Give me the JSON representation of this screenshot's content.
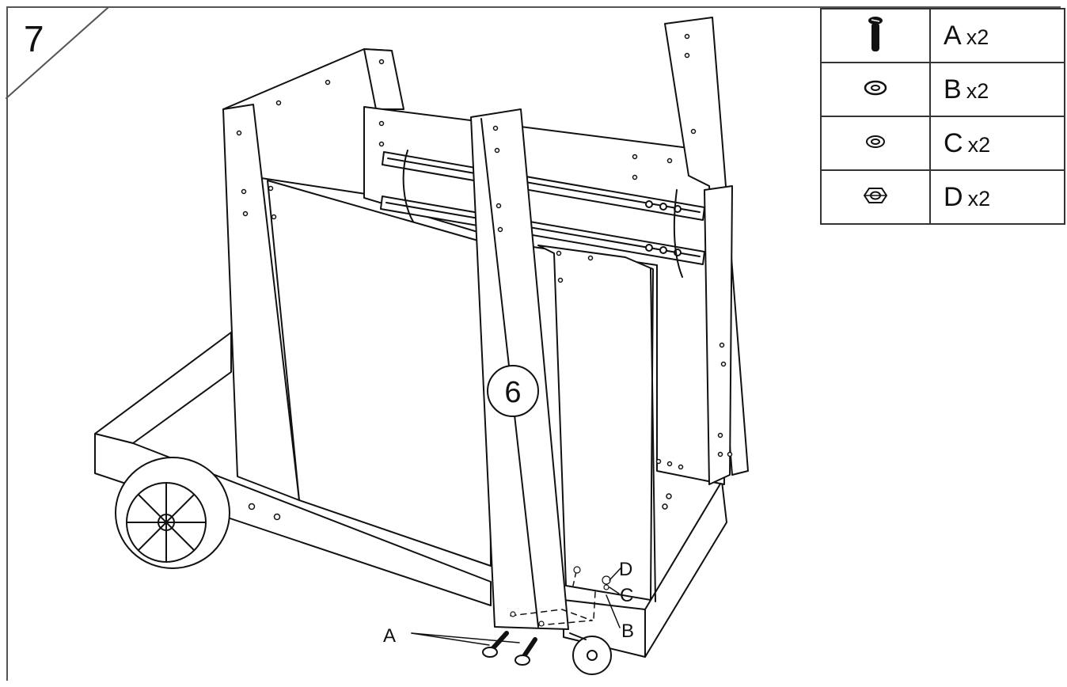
{
  "step": {
    "number": "7"
  },
  "parts_list": [
    {
      "letter": "A",
      "qty": "x2",
      "icon": "bolt-icon"
    },
    {
      "letter": "B",
      "qty": "x2",
      "icon": "large-washer-icon"
    },
    {
      "letter": "C",
      "qty": "x2",
      "icon": "small-washer-icon"
    },
    {
      "letter": "D",
      "qty": "x2",
      "icon": "hex-nut-icon"
    }
  ],
  "diagram": {
    "part_number": "6",
    "callouts": {
      "a": "A",
      "b": "B",
      "c": "C",
      "d": "D"
    }
  }
}
